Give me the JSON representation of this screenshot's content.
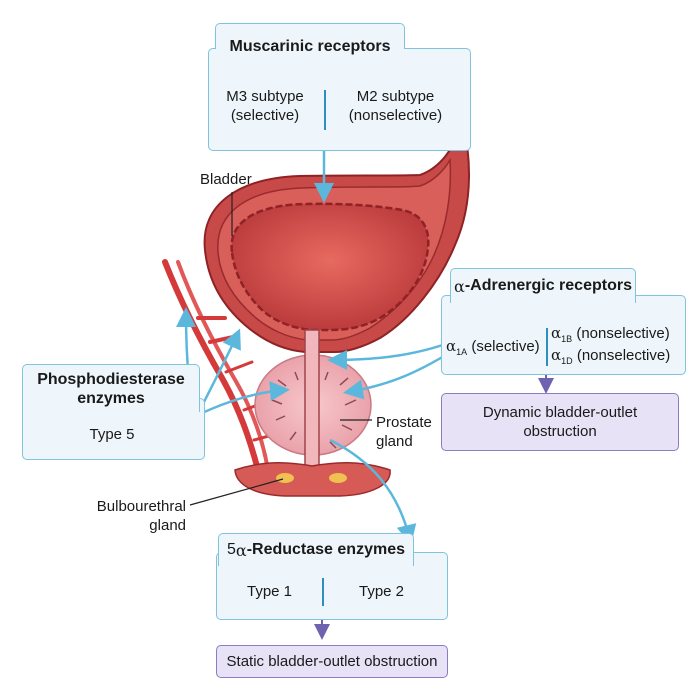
{
  "muscarinic": {
    "title": "Muscarinic receptors",
    "m3_line1": "M3 subtype",
    "m3_line2": "(selective)",
    "m2_line1": "M2 subtype",
    "m2_line2": "(nonselective)"
  },
  "labels": {
    "bladder": "Bladder",
    "prostate_line1": "Prostate",
    "prostate_line2": "gland",
    "bulbourethral_line1": "Bulbourethral",
    "bulbourethral_line2": "gland"
  },
  "adrenergic": {
    "alpha": "α",
    "title": "-Adrenergic receptors",
    "a1a_sub": "1A",
    "a1a_text": " (selective)",
    "a1b_sub": "1B",
    "a1b_text": " (nonselective)",
    "a1d_sub": "1D",
    "a1d_text": " (nonselective)"
  },
  "dynamic": {
    "line1": "Dynamic bladder-outlet",
    "line2": "obstruction"
  },
  "pde": {
    "title_line1": "Phosphodiesterase",
    "title_line2": "enzymes",
    "type": "Type 5"
  },
  "reductase": {
    "prefix": "5",
    "alpha": "α",
    "title": "-Reductase enzymes",
    "type1": "Type 1",
    "type2": "Type 2"
  },
  "static": {
    "label": "Static bladder-outlet obstruction"
  },
  "colors": {
    "box_fill": "#eef6fb",
    "box_border": "#7fc3dc",
    "arrow": "#5bb8dc",
    "purple_fill": "#e8e2f6",
    "purple_border": "#8b7cc4",
    "tissue": "#c83c3c"
  }
}
